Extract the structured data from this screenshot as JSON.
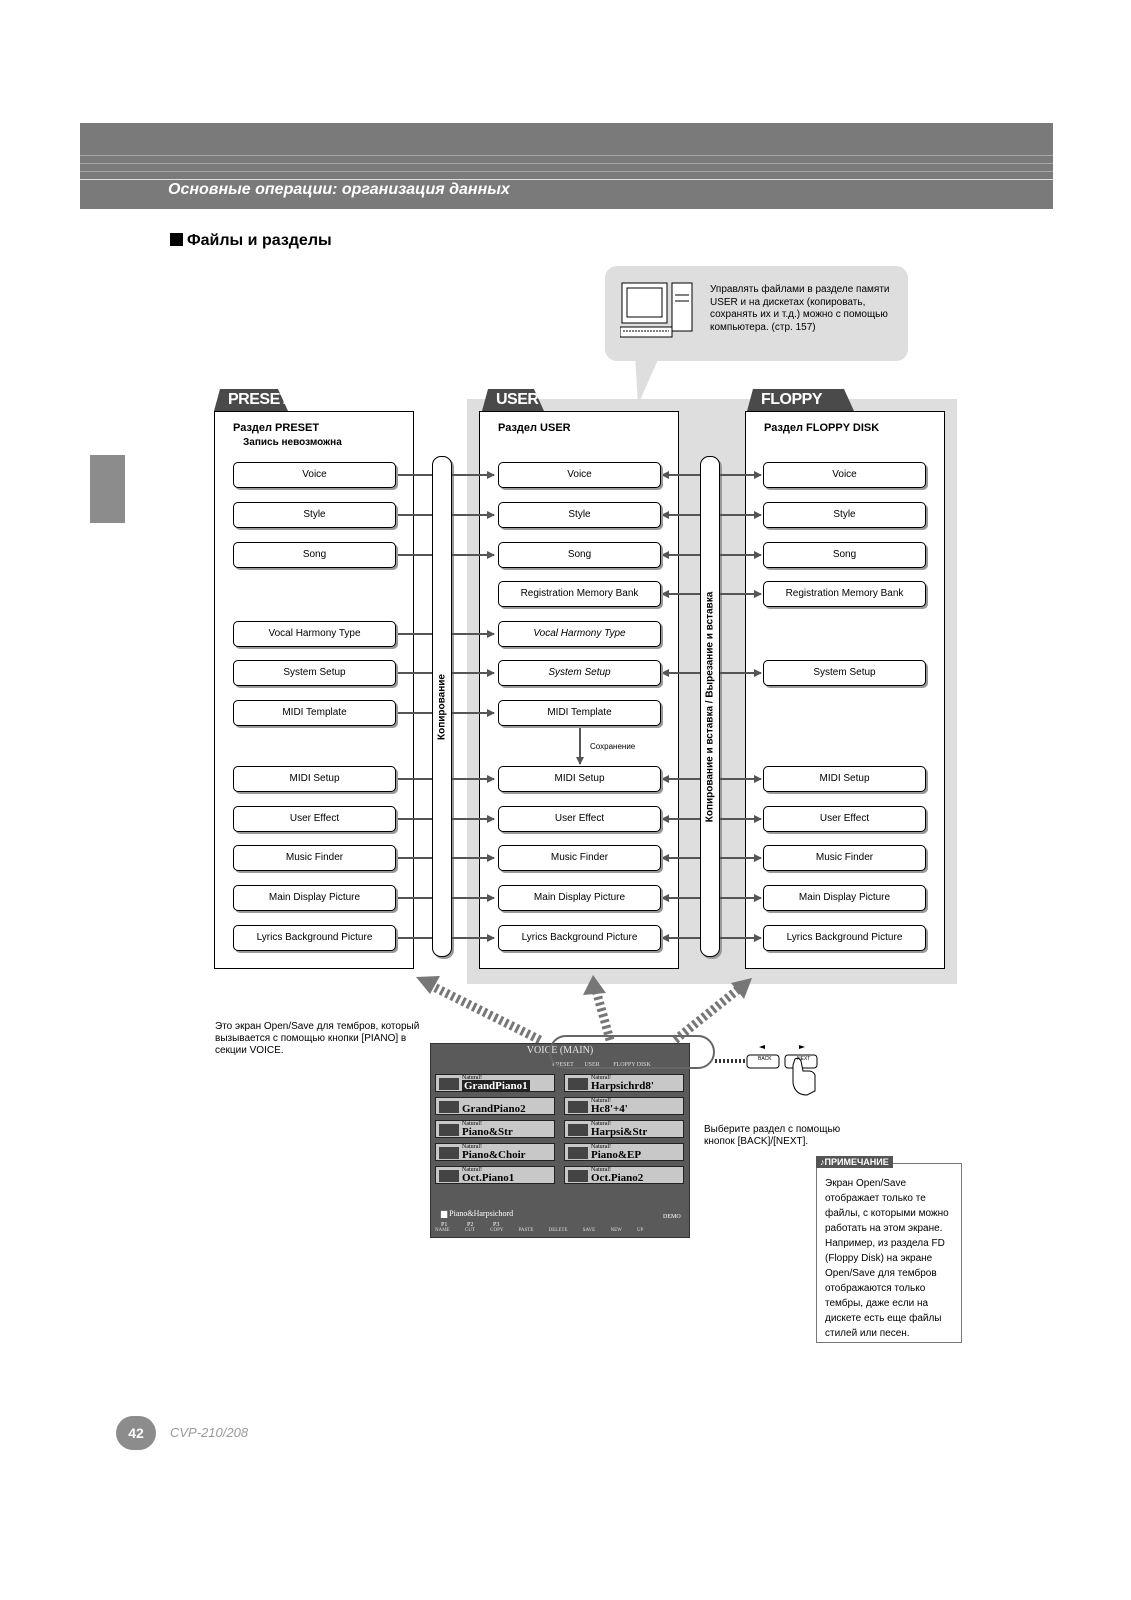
{
  "header": {
    "title": "Основные операции: организация данных"
  },
  "section_title": "Файлы и разделы",
  "pc_callout": "Управлять файлами в разделе памяти USER и на дискетах (копировать, сохранять их и т.д.) можно с помощью компьютера. (стр. 157)",
  "columns": {
    "preset": {
      "tab": "PRESET",
      "title": "Раздел PRESET",
      "subtitle": "Запись невозможна"
    },
    "user": {
      "tab": "USER",
      "title": "Раздел USER"
    },
    "floppy": {
      "tab": "FLOPPY DISK",
      "title": "Раздел FLOPPY DISK"
    }
  },
  "items": {
    "voice": "Voice",
    "style": "Style",
    "song": "Song",
    "reg": "Registration Memory Bank",
    "vht": "Vocal Harmony Type",
    "sys": "System Setup",
    "midit": "MIDI Template",
    "midis": "MIDI Setup",
    "ueff": "User Effect",
    "mfind": "Music Finder",
    "mdp": "Main Display Picture",
    "lbp": "Lyrics Background Picture"
  },
  "copy_label": "Копирование",
  "copy_paste_label": "Копирование и вставка / Вырезание и вставка",
  "save_label": "Сохранение",
  "screen_note": "Это экран Open/Save для тембров, который вызывается с помощью кнопки [PIANO] в секции VOICE.",
  "select_note": "Выберите раздел с помощью кнопок [BACK]/[NEXT].",
  "screen": {
    "title": "VOICE (MAIN)",
    "tabs": [
      "PRESET",
      "USER",
      "FLOPPY DISK"
    ],
    "category": "Natural!",
    "voices_left": [
      "GrandPiano1",
      "GrandPiano2",
      "Piano&Str",
      "Piano&Choir",
      "Oct.Piano1"
    ],
    "voices_right": [
      "Harpsichrd8'",
      "Hc8'+4'",
      "Harpsi&Str",
      "Piano&EP",
      "Oct.Piano2"
    ],
    "folder": "Piano&Harpsichord",
    "pages": [
      "P1",
      "P2",
      "P3"
    ],
    "demo": "DEMO",
    "funcs": [
      "NAME",
      "CUT",
      "COPY",
      "PASTE",
      "DELETE",
      "SAVE",
      "NEW",
      "UP"
    ]
  },
  "buttons": {
    "back": "BACK",
    "next": "NEXT"
  },
  "note": {
    "head": "ПРИМЕЧАНИЕ",
    "text": "Экран Open/Save отображает только те файлы, с которыми можно работать на этом экране. Например, из раздела FD (Floppy Disk) на экране Open/Save для тембров отображаются только тембры, даже если на дискете есть еще файлы стилей или песен."
  },
  "footer": {
    "page": "42",
    "model": "CVP-210/208"
  }
}
